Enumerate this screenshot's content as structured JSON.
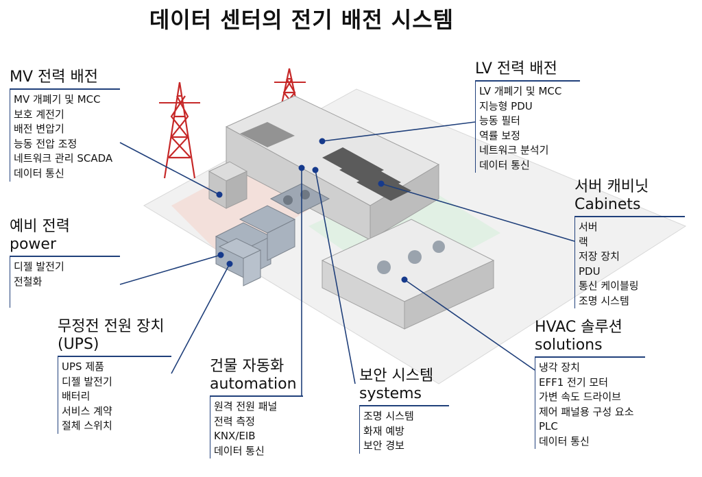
{
  "title": "데이터 센터의 전기 배전 시스템",
  "colors": {
    "leader": "#1f3f7a",
    "dot": "#163a8c",
    "tower": "#c62828"
  },
  "sections": {
    "mv": {
      "head": [
        "MV 전력 배전"
      ],
      "items": [
        "MV 개폐기 및 MCC",
        "보호 계전기",
        "배전 변압기",
        "능동 전압 조정",
        "네트워크 관리 SCADA",
        "데이터 통신"
      ]
    },
    "lv": {
      "head": [
        "LV 전력 배전"
      ],
      "items": [
        "LV 개폐기 및 MCC",
        "지능형 PDU",
        "능동 필터",
        "역률 보정",
        "네트워크 분석기",
        "데이터 통신"
      ]
    },
    "backup": {
      "head": [
        "예비 전력",
        "power"
      ],
      "items": [
        "디젤 발전기",
        "전철화"
      ]
    },
    "cabinets": {
      "head": [
        "서버 캐비닛",
        "Cabinets"
      ],
      "items": [
        "서버",
        "랙",
        "저장 장치",
        "PDU",
        "통신 케이블링",
        "조명 시스템"
      ]
    },
    "ups": {
      "head": [
        "무정전 전원 장치",
        "(UPS)"
      ],
      "items": [
        "UPS 제품",
        "디젤 발전기",
        "배터리",
        "서비스 계약",
        "절체 스위치"
      ]
    },
    "hvac": {
      "head": [
        "HVAC 솔루션",
        "solutions"
      ],
      "items": [
        "냉각 장치",
        "EFF1 전기 모터",
        "가변 속도 드라이브",
        "제어 패널용 구성 요소",
        "PLC",
        "데이터 통신"
      ]
    },
    "bms": {
      "head": [
        "건물 자동화",
        "automation"
      ],
      "items": [
        "원격 전원 패널",
        "전력 측정",
        "KNX/EIB",
        "데이터 통신"
      ]
    },
    "security": {
      "head": [
        "보안 시스템",
        "systems"
      ],
      "items": [
        "조명 시스템",
        "화재 예방",
        "보안 경보"
      ]
    }
  }
}
